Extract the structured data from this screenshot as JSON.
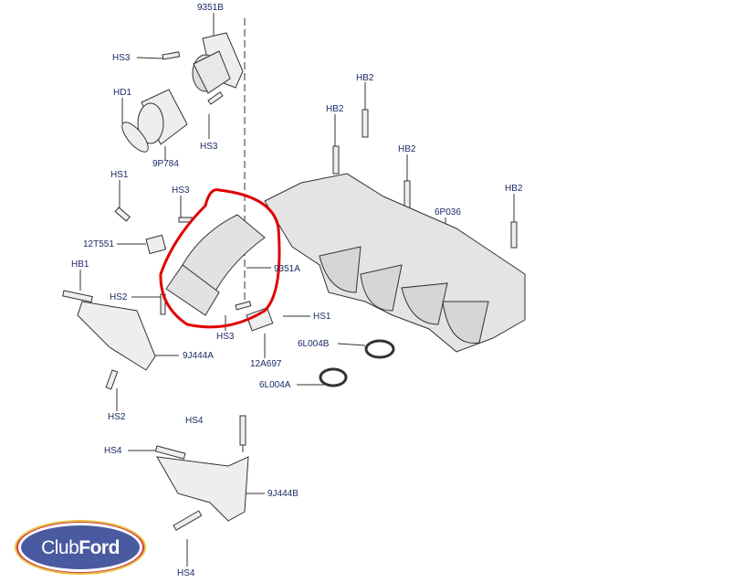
{
  "labels": {
    "9351B": "9351B",
    "hs3_top": "HS3",
    "hd1": "HD1",
    "hs3_mid": "HS3",
    "9P784": "9P784",
    "hb2_a": "HB2",
    "hb2_b": "HB2",
    "hb2_c": "HB2",
    "hb2_d": "HB2",
    "hs1_left": "HS1",
    "hs3_left": "HS3",
    "6P036": "6P036",
    "12T551": "12T551",
    "9351A": "9351A",
    "hb1": "HB1",
    "hs2_mid": "HS2",
    "hs1_right": "HS1",
    "hs3_low": "HS3",
    "6L004B": "6L004B",
    "9J444A": "9J444A",
    "12A697": "12A697",
    "6L004A": "6L004A",
    "hs2_low": "HS2",
    "hs4_a": "HS4",
    "hs4_b": "HS4",
    "9J444B": "9J444B",
    "hs4_c": "HS4"
  },
  "logo": {
    "club": "Club",
    "ford": "Ford"
  },
  "colors": {
    "label": "#1b2a66",
    "highlight": "#e00000",
    "logo_bg": "#4a5aa0"
  }
}
